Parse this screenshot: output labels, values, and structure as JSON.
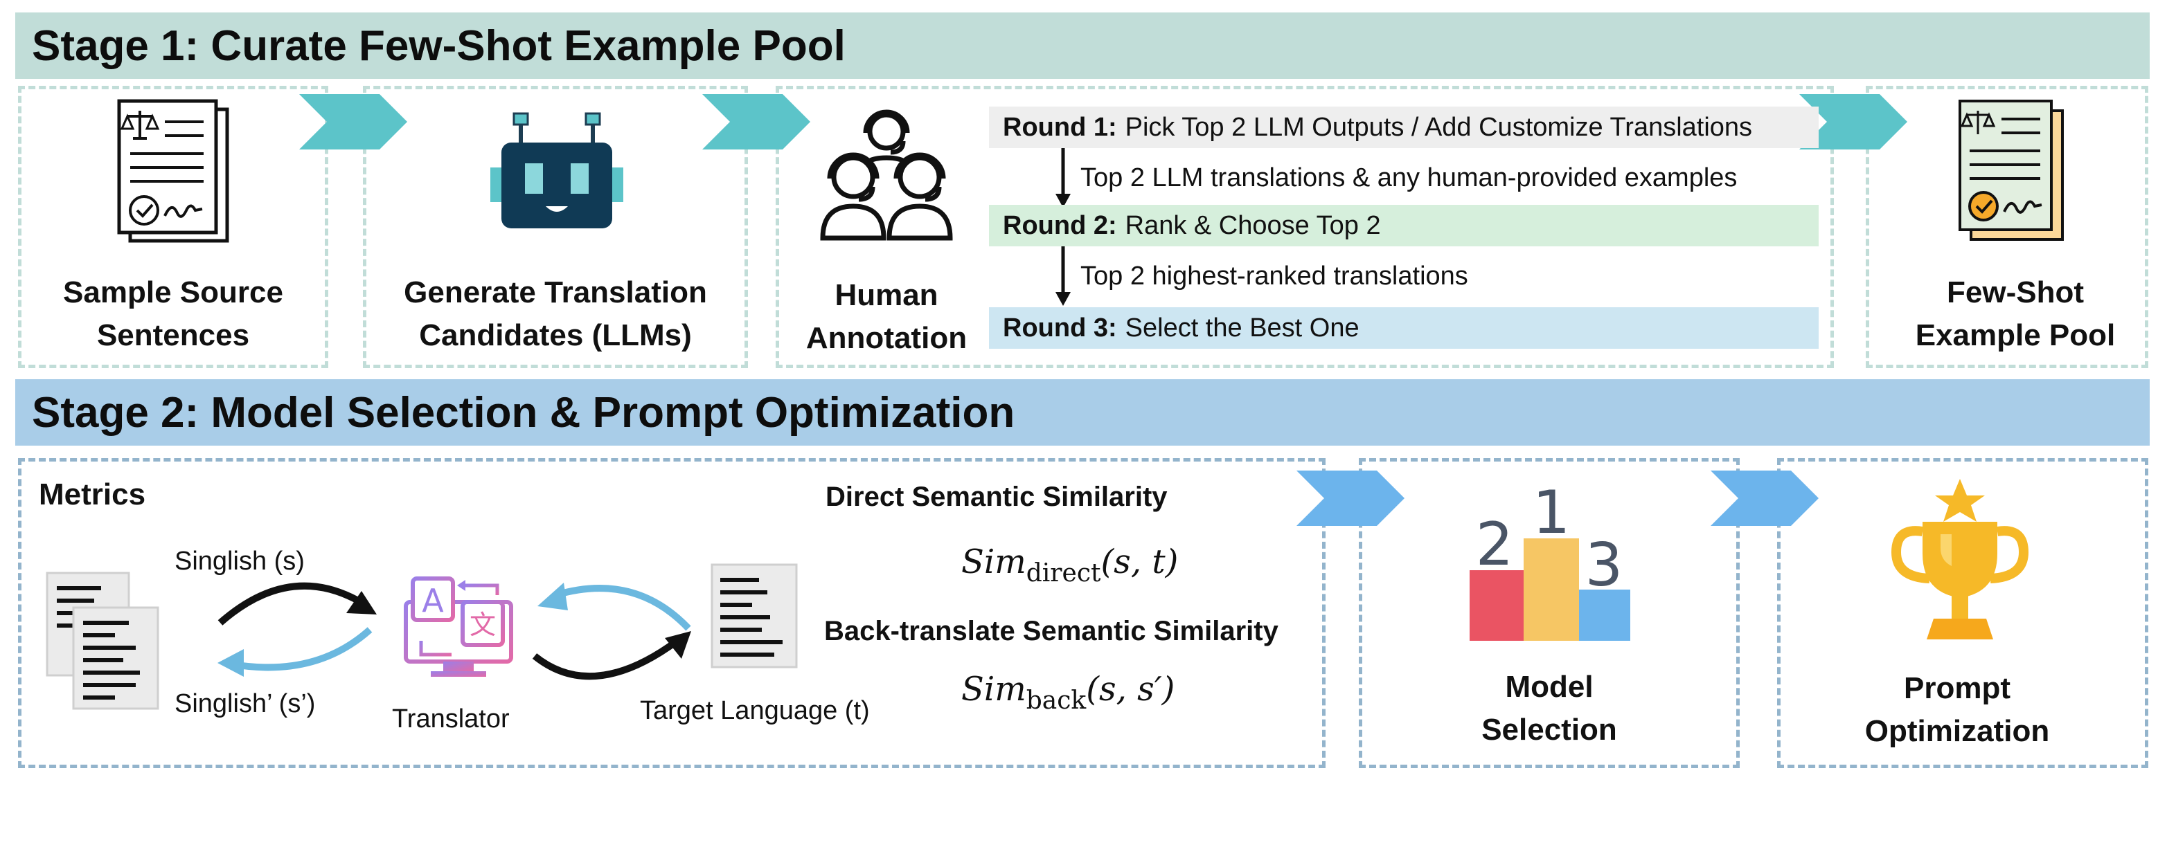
{
  "stage1": {
    "title": "Stage 1: Curate Few-Shot Example Pool",
    "steps": {
      "sample": "Sample Source Sentences",
      "generate": "Generate Translation Candidates (LLMs)",
      "human": "Human Annotation",
      "pool": "Few-Shot Example Pool"
    },
    "rounds": [
      {
        "label": "Round 1:",
        "text": "Pick Top 2 LLM Outputs / Add Customize Translations",
        "color": "#eeeeee"
      },
      {
        "label": "Round 2:",
        "text": "Rank & Choose Top 2",
        "color": "#d6efdc"
      },
      {
        "label": "Round 3:",
        "text": "Select the Best One",
        "color": "#cde6f2"
      }
    ],
    "flow_notes": [
      "Top 2 LLM translations & any human-provided examples",
      "Top 2 highest-ranked translations"
    ],
    "colors": {
      "banner": "#c1ddd8",
      "chevron": "#5cc4c9"
    }
  },
  "stage2": {
    "title": "Stage 2: Model Selection & Prompt Optimization",
    "metrics_title": "Metrics",
    "labels": {
      "singlish": "Singlish (s)",
      "singlish_back": "Singlish’ (s’)",
      "translator": "Translator",
      "target": "Target Language (t)"
    },
    "direct": {
      "title": "Direct Semantic Similarity",
      "func": "Sim",
      "sub": "direct",
      "args": "(s, t)"
    },
    "back": {
      "title": "Back-translate Semantic Similarity",
      "func": "Sim",
      "sub": "back",
      "args": "(s, s′)"
    },
    "model_selection": "Model Selection",
    "prompt_optimization": "Prompt Optimization",
    "podium": {
      "first": "1",
      "second": "2",
      "third": "3"
    },
    "colors": {
      "banner": "#a9cde8",
      "chevron": "#6cb4ec"
    }
  },
  "icons": [
    "document-icon",
    "robot-icon",
    "annotators-icon",
    "certificate-icon",
    "translator-monitor-icon",
    "podium-icon",
    "trophy-icon"
  ]
}
